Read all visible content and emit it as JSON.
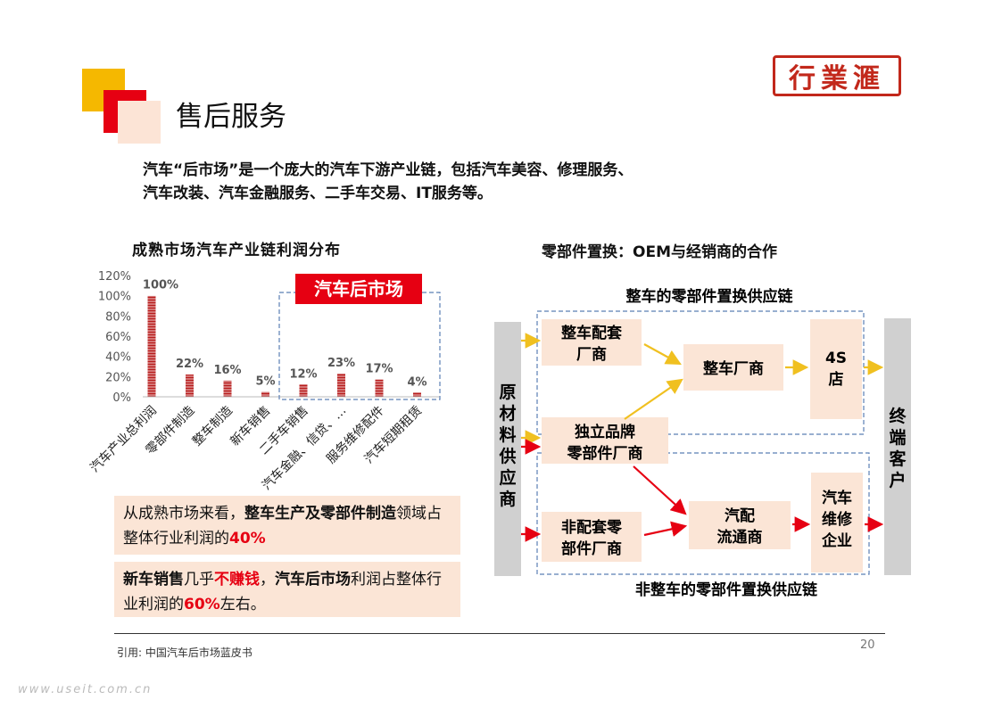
{
  "page": {
    "title": "售后服务",
    "logo_text": "行業滙",
    "intro_line1": "汽车“后市场”是一个庞大的汽车下游产业链，包括汽车美容、修理服务、",
    "intro_line2": "汽车改装、汽车金融服务、二手车交易、IT服务等。",
    "citation": "引用:     中国汽车后市场蓝皮书",
    "page_number": "20",
    "watermark": "www.useit.com.cn"
  },
  "chart_data": {
    "type": "bar",
    "title": "成熟市场汽车产业链利润分布",
    "categories": [
      "汽车产业总利润",
      "零部件制造",
      "整车制造",
      "新车销售",
      "二手车销售",
      "汽车金融、信贷、…",
      "服务维修配件",
      "汽车短期租赁"
    ],
    "values": [
      100,
      22,
      16,
      5,
      12,
      23,
      17,
      4
    ],
    "data_labels": [
      "100%",
      "22%",
      "16%",
      "5%",
      "12%",
      "23%",
      "17%",
      "4%"
    ],
    "yticks": [
      "0%",
      "20%",
      "40%",
      "60%",
      "80%",
      "100%",
      "120%"
    ],
    "ylim": [
      0,
      120
    ],
    "bar_color": "#b71c1c",
    "highlight_label": "汽车后市场"
  },
  "callouts": {
    "first": {
      "p1": "从成熟市场来看，",
      "b1": "整车生产及零部件制造",
      "p2": "领域占整体行业利润的",
      "r1": "40%"
    },
    "second": {
      "b1": "新车销售",
      "p1": "几乎",
      "r1": "不赚钱",
      "p2": "，",
      "b2": "汽车后市场",
      "p3": "利润占整体行业利润的",
      "r2": "60%",
      "p4": "左右。"
    }
  },
  "diagram": {
    "title": "零部件置换：OEM与经销商的合作",
    "top_chain_label": "整车的零部件置换供应链",
    "bottom_chain_label": "非整车的零部件置换供应链",
    "raw_supplier": [
      "原",
      "材",
      "料",
      "供",
      "应",
      "商"
    ],
    "end_customer": [
      "终",
      "端",
      "客",
      "户"
    ],
    "oem_parts": [
      "整车配套",
      "厂商"
    ],
    "car_maker": "整车厂商",
    "store": [
      "4S",
      "店"
    ],
    "independent": [
      "独立品牌",
      "零部件厂商"
    ],
    "non_oem": [
      "非配套零",
      "部件厂商"
    ],
    "distributor": [
      "汽配",
      "流通商"
    ],
    "repair": [
      "汽车",
      "维修",
      "企业"
    ],
    "colors": {
      "yellow_arrow": "#f0c020",
      "red_arrow": "#e60012",
      "box_fill": "#fbe5d6",
      "gray_bar": "#d0d0d0",
      "dash": "#5b7fb5"
    }
  }
}
